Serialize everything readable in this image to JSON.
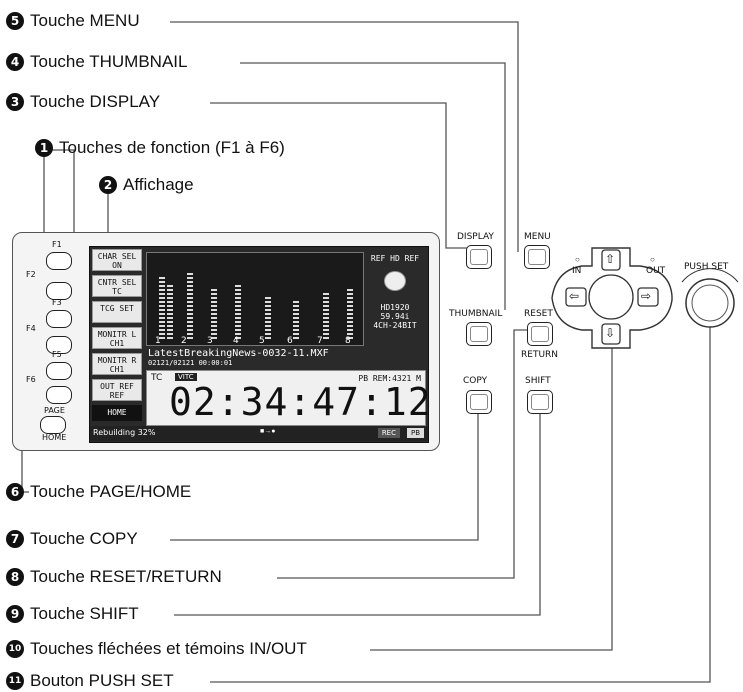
{
  "callouts": [
    {
      "num": "5",
      "label": "Touche MENU"
    },
    {
      "num": "4",
      "label": "Touche THUMBNAIL"
    },
    {
      "num": "3",
      "label": "Touche DISPLAY"
    },
    {
      "num": "1",
      "label": "Touches de fonction (F1 à F6)"
    },
    {
      "num": "2",
      "label": "Affichage"
    },
    {
      "num": "6",
      "label": "Touche PAGE/HOME"
    },
    {
      "num": "7",
      "label": "Touche COPY"
    },
    {
      "num": "8",
      "label": "Touche RESET/RETURN"
    },
    {
      "num": "9",
      "label": "Touche SHIFT"
    },
    {
      "num": "10",
      "label": "Touches fléchées et témoins IN/OUT"
    },
    {
      "num": "11",
      "label": "Bouton PUSH SET"
    }
  ],
  "buttons": {
    "display": "DISPLAY",
    "menu": "MENU",
    "thumbnail": "THUMBNAIL",
    "reset": "RESET",
    "return": "RETURN",
    "copy": "COPY",
    "shift": "SHIFT",
    "push_set": "PUSH SET",
    "in": "IN",
    "out": "OUT",
    "page": "PAGE",
    "home": "HOME"
  },
  "function_keys": [
    "F1",
    "F2",
    "F3",
    "F4",
    "F5",
    "F6"
  ],
  "screen": {
    "menu_items": [
      "CHAR SEL ON",
      "CNTR SEL TC",
      "TCG SET",
      "MONITR L CH1",
      "MONITR R CH1",
      "OUT REF REF"
    ],
    "home_label": "HOME",
    "channel_numbers": [
      "1",
      "2",
      "3",
      "4",
      "5",
      "6",
      "7",
      "8"
    ],
    "ref": "REF HD REF",
    "format": [
      "HD1920",
      "59.94i",
      "4CH-24BIT"
    ],
    "filename": "LatestBreakingNews-0032-11.MXF",
    "fileinfo": "02121/02121  00:00:01",
    "tc_label": "TC",
    "vitc": "VITC",
    "pb_rem": "PB REM:4321 M",
    "timecode": "02:34:47:12",
    "status": "Rebuilding 32%",
    "rec": "REC",
    "pb": "PB"
  }
}
